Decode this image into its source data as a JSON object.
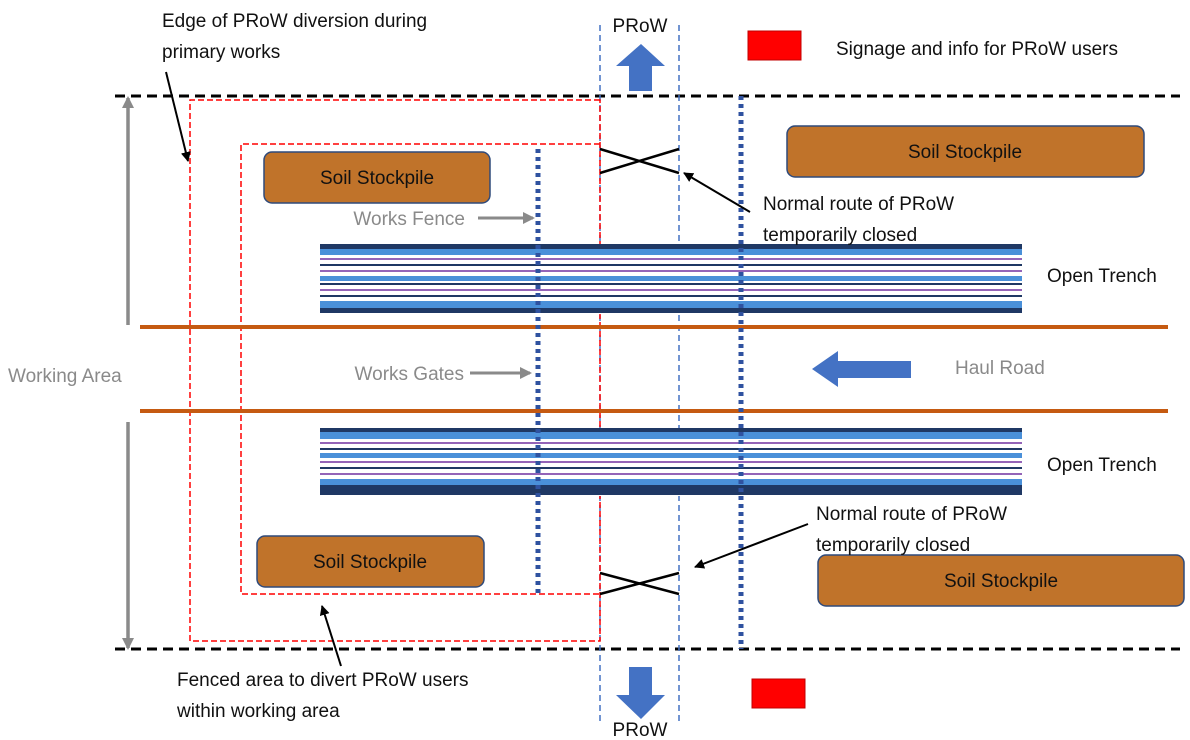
{
  "labels": {
    "prow_diversion_line1": "Edge of PRoW diversion during",
    "prow_diversion_line2": "primary works",
    "prow_top": "PRoW",
    "prow_bottom": "PRoW",
    "signage_label": "Signage and info for PRoW users",
    "works_fence": "Works Fence",
    "works_gates": "Works Gates",
    "normal_route_top_line1": "Normal route of PRoW",
    "normal_route_top_line2": "temporarily closed",
    "normal_route_bottom_line1": "Normal route of PRoW",
    "normal_route_bottom_line2": "temporarily closed",
    "open_trench_top": "Open Trench",
    "open_trench_bottom": "Open Trench",
    "haul_road": "Haul Road",
    "working_area": "Working Area",
    "fenced_area_line1": "Fenced area to divert PRoW users",
    "fenced_area_line2": "within working area"
  },
  "stockpiles": [
    {
      "id": "stockpile-top-left",
      "label": "Soil Stockpile"
    },
    {
      "id": "stockpile-top-right",
      "label": "Soil Stockpile"
    },
    {
      "id": "stockpile-bottom-left",
      "label": "Soil Stockpile"
    },
    {
      "id": "stockpile-bottom-right",
      "label": "Soil Stockpile"
    }
  ],
  "colors": {
    "stockpile_fill": "#c0732a",
    "stockpile_stroke": "#2f4a7a",
    "haul_road_line": "#c55a11",
    "prow_arrow": "#4472c4",
    "signage": "#ff0000",
    "diversion_dash": "#ff0000",
    "works_fence": "#2f52a0",
    "trench_blue": "#4a90d9",
    "trench_purple": "#7030a0",
    "trench_navy": "#1f3864",
    "grey_text": "#8a8a8a"
  }
}
